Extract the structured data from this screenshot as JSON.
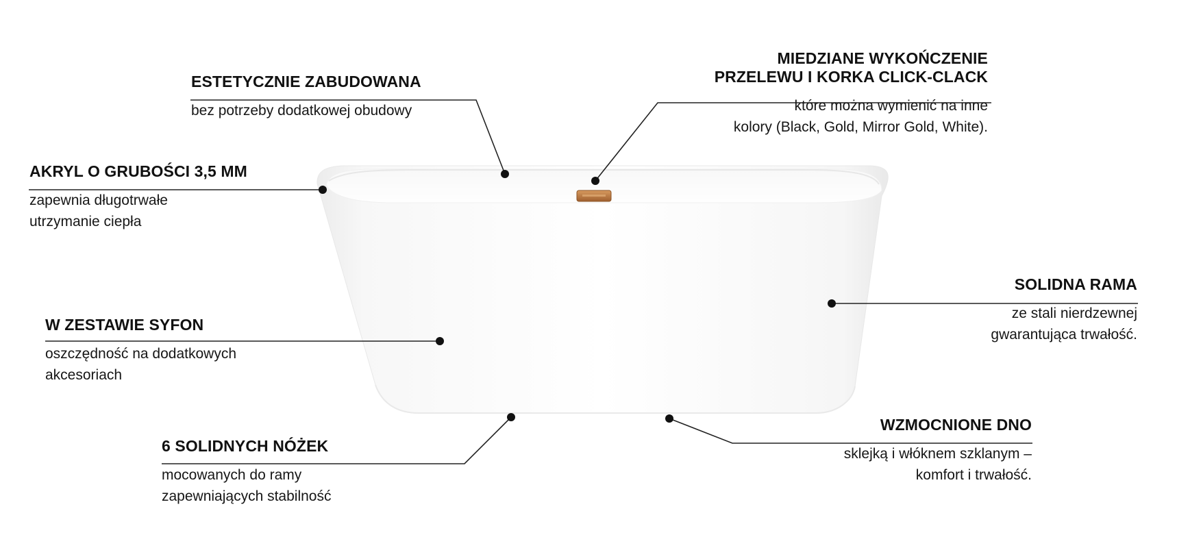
{
  "features": [
    {
      "id": "estetycznie",
      "title": "ESTETYCZNIE ZABUDOWANA",
      "desc": [
        "bez potrzeby dodatkowej obudowy"
      ]
    },
    {
      "id": "miedziane",
      "title": [
        "MIEDZIANE WYKOŃCZENIE",
        "PRZELEWU I KORKA CLICK-CLACK"
      ],
      "desc": [
        "które można wymienić na inne",
        "kolory (Black, Gold, Mirror Gold, White)."
      ]
    },
    {
      "id": "akryl",
      "title": "AKRYL O GRUBOŚCI 3,5 MM",
      "desc": [
        "zapewnia długotrwałe",
        "utrzymanie ciepła"
      ]
    },
    {
      "id": "syfon",
      "title": "W ZESTAWIE SYFON",
      "desc": [
        "oszczędność na dodatkowych",
        "akcesoriach"
      ]
    },
    {
      "id": "nozki",
      "title": "6 SOLIDNYCH NÓŻEK",
      "desc": [
        "mocowanych do ramy",
        "zapewniających stabilność"
      ]
    },
    {
      "id": "rama",
      "title": "SOLIDNA RAMA",
      "desc": [
        "ze stali nierdzewnej",
        "gwarantująca trwałość."
      ]
    },
    {
      "id": "dno",
      "title": "WZMOCNIONE DNO",
      "desc": [
        "sklejką i włóknem szklanym –",
        "komfort i trwałość."
      ]
    }
  ],
  "colors": {
    "text": "#111111",
    "line": "#222222",
    "bath_body": "#f4f4f4",
    "bath_rim": "#fbfbfb",
    "drain": "#b7773d"
  }
}
